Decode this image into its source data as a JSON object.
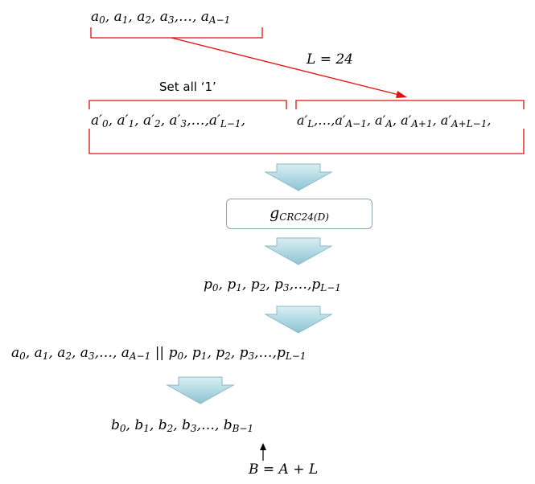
{
  "input_sequence": {
    "a": "a",
    "subs": [
      "0",
      "1",
      "2",
      "3",
      "A−1"
    ],
    "ellipsis": "…"
  },
  "crc_length_label": "L = 24",
  "set_ones_label": "Set all ‘1’",
  "extended_sequence": {
    "left_subs": [
      "0",
      "1",
      "2",
      "3",
      "L−1"
    ],
    "right_subs": [
      "L",
      "A−1",
      "A",
      "A+1",
      "A+L−1"
    ]
  },
  "generator": {
    "symbol": "g",
    "subscript": "CRC24(D)"
  },
  "parity_sequence": {
    "p": "p",
    "subs": [
      "0",
      "1",
      "2",
      "3",
      "L−1"
    ]
  },
  "concat_separator": "||",
  "output_sequence": {
    "b": "b",
    "subs": [
      "0",
      "1",
      "2",
      "3",
      "B−1"
    ]
  },
  "output_length_label": "B = A + L",
  "colors": {
    "bracket": "#e01010",
    "arrow_fill": "#b7dde6",
    "arrow_stroke": "#8fb9c4"
  }
}
